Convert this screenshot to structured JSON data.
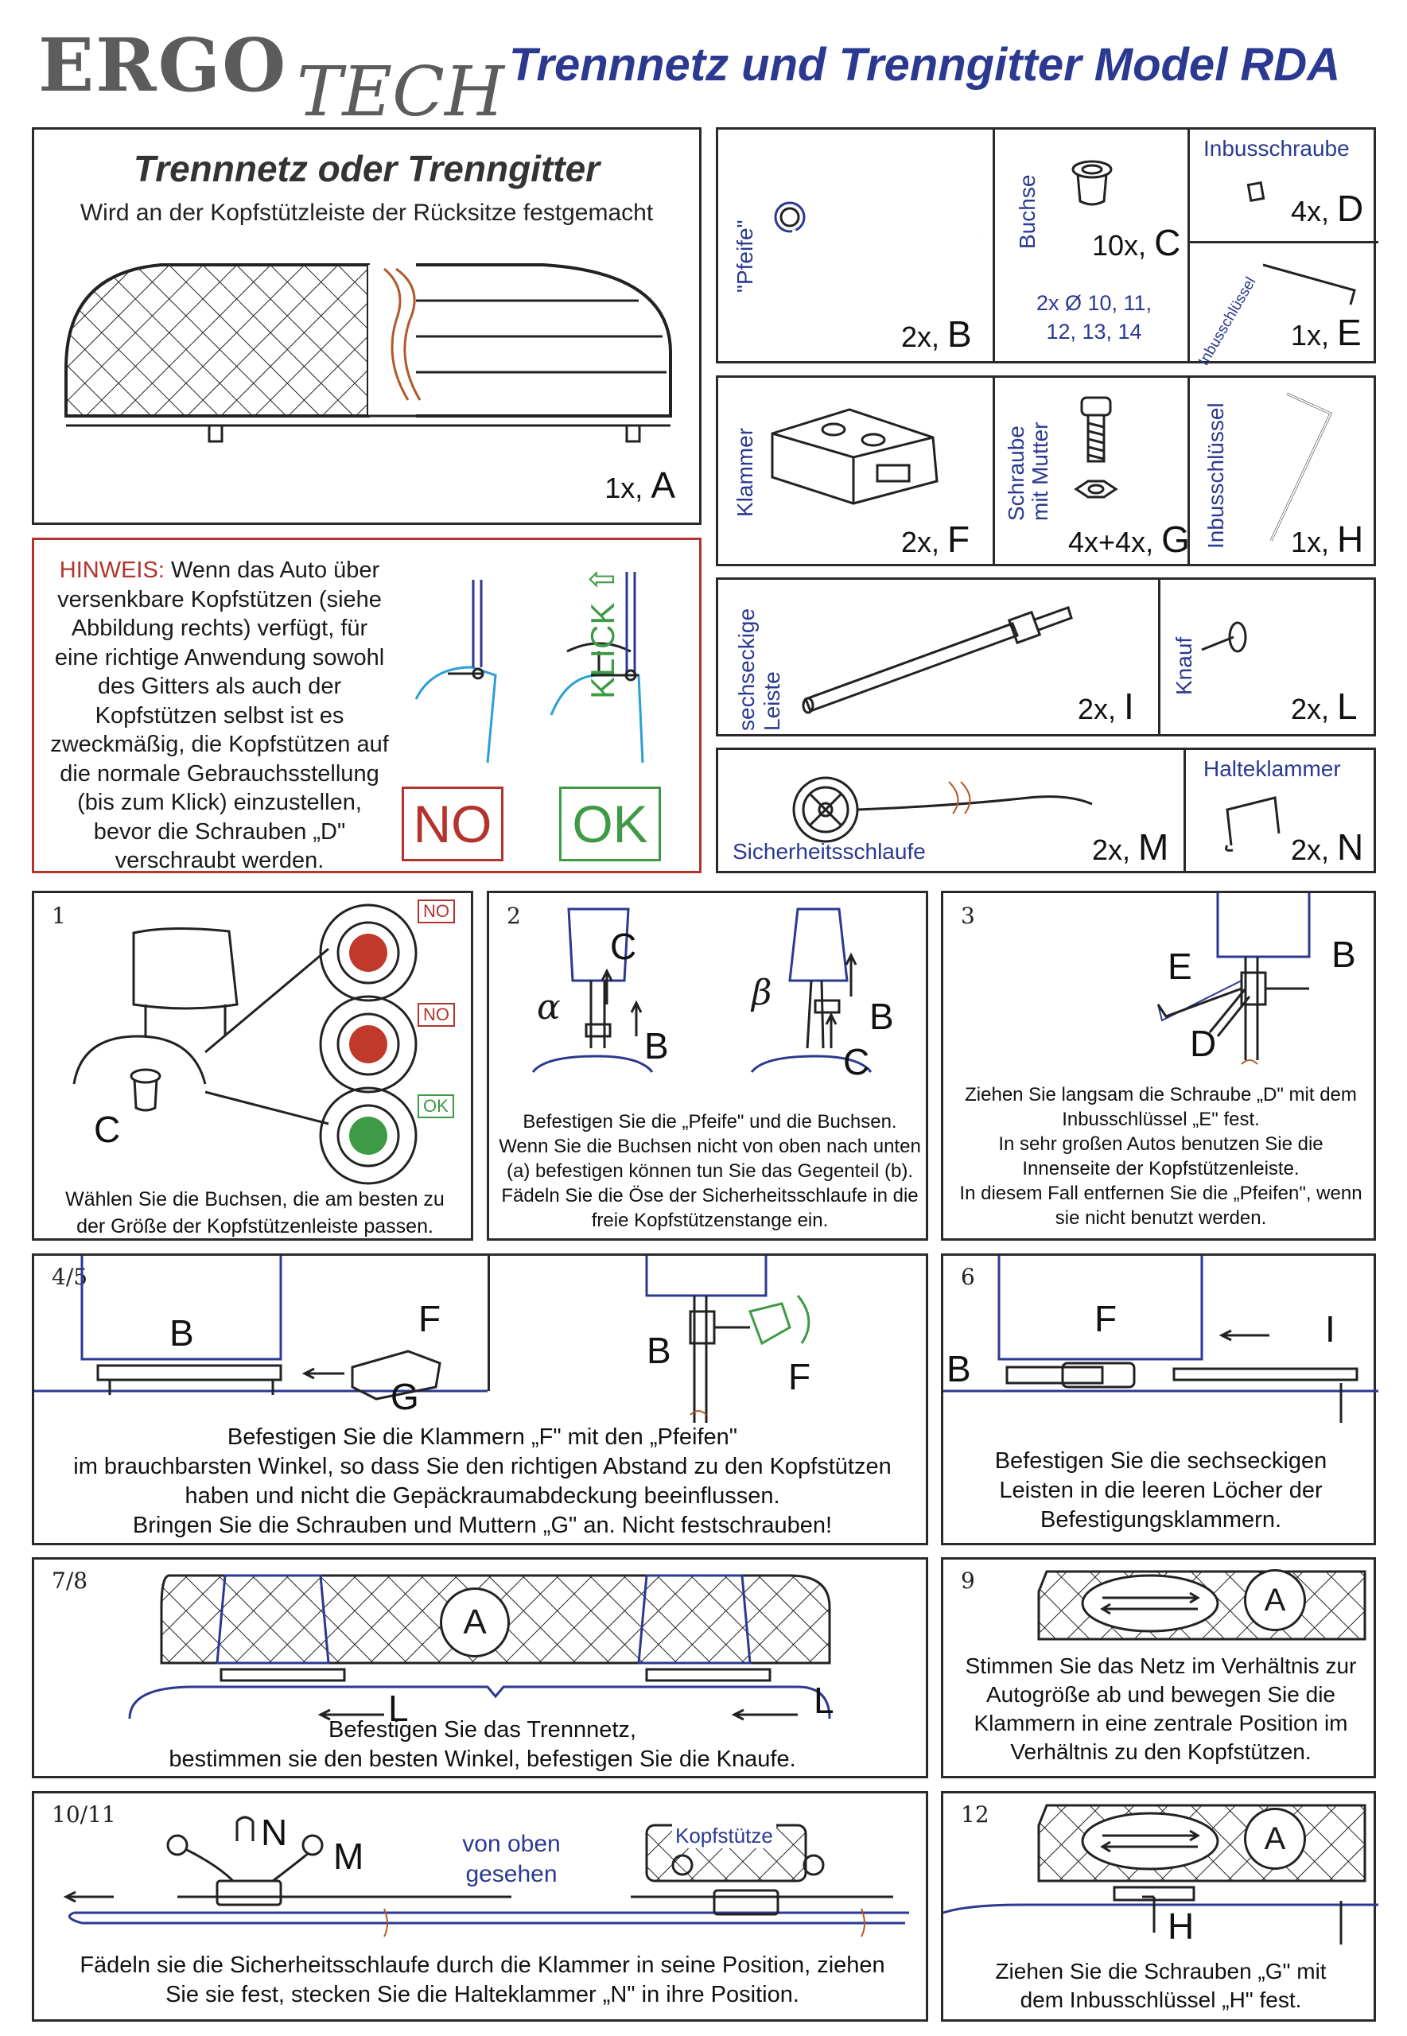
{
  "header": {
    "brand_top": "ERGO",
    "brand_bottom": "TECH",
    "title": "Trennnetz und Trenngitter Model RDA"
  },
  "part_a": {
    "heading": "Trennnetz oder Trenngitter",
    "subheading": "Wird an der Kopfstützleiste der Rücksitze festgemacht",
    "qty": "1x,",
    "letter": "A"
  },
  "parts": {
    "b": {
      "label": "\"Pfeife\"",
      "qty": "2x,",
      "letter": "B"
    },
    "c": {
      "label": "Buchse",
      "qty": "10x,",
      "letter": "C",
      "note_line1": "2x Ø 10, 11,",
      "note_line2": "12, 13, 14"
    },
    "d": {
      "label": "Inbusschraube",
      "qty": "4x,",
      "letter": "D"
    },
    "e": {
      "label": "Inbusschlüssel",
      "qty": "1x,",
      "letter": "E"
    },
    "f": {
      "label": "Klammer",
      "qty": "2x,",
      "letter": "F"
    },
    "g": {
      "label_line1": "Schraube",
      "label_line2": "mit Mutter",
      "qty": "4x+4x,",
      "letter": "G"
    },
    "h": {
      "label": "Inbusschlüssel",
      "qty": "1x,",
      "letter": "H"
    },
    "i": {
      "label_line1": "sechseckige",
      "label_line2": "Leiste",
      "qty": "2x,",
      "letter": "I"
    },
    "l": {
      "label": "Knauf",
      "qty": "2x,",
      "letter": "L"
    },
    "m": {
      "label": "Sicherheitsschlaufe",
      "qty": "2x,",
      "letter": "M"
    },
    "n": {
      "label": "Halteklammer",
      "qty": "2x,",
      "letter": "N"
    }
  },
  "hinweis": {
    "prefix": "HINWEIS:",
    "lines": [
      "Wenn das Auto über",
      "versenkbare Kopfstützen (siehe",
      "Abbildung rechts) verfügt, für",
      "eine richtige Anwendung sowohl",
      "des Gitters als auch der",
      "Kopfstützen selbst ist es",
      "zweckmäßig, die Kopfstützen auf",
      "die normale Gebrauchsstellung",
      "(bis zum Klick) einzustellen,",
      "bevor die Schrauben „D\"",
      "verschraubt werden."
    ],
    "klick": "KLICK",
    "no": "NO",
    "ok": "OK"
  },
  "steps": {
    "s1": {
      "num": "1",
      "badge_no1": "NO",
      "badge_no2": "NO",
      "badge_ok": "OK",
      "label_c": "C",
      "text": [
        "Wählen Sie die Buchsen, die am besten zu",
        "der Größe der Kopfstützenleiste passen."
      ]
    },
    "s2": {
      "num": "2",
      "alpha": "α",
      "beta": "β",
      "c1": "C",
      "b1": "B",
      "b2": "B",
      "c2": "C",
      "text": [
        "Befestigen Sie die „Pfeife\" und die Buchsen.",
        "Wenn Sie die Buchsen nicht von oben nach unten",
        "(a) befestigen können tun Sie das Gegenteil (b).",
        "Fädeln Sie die Öse der Sicherheitsschlaufe in die",
        "freie Kopfstützenstange ein."
      ]
    },
    "s3": {
      "num": "3",
      "e": "E",
      "b": "B",
      "d": "D",
      "text": [
        "Ziehen Sie langsam die Schraube „D\" mit dem",
        "Inbusschlüssel „E\" fest.",
        "In sehr großen Autos benutzen Sie die",
        "Innenseite der Kopfstützenleiste.",
        "In diesem Fall entfernen Sie die „Pfeifen\", wenn",
        "sie nicht benutzt werden."
      ]
    },
    "s45": {
      "num": "4/5",
      "b1": "B",
      "f1": "F",
      "g": "G",
      "b2": "B",
      "f2": "F",
      "text": [
        "Befestigen Sie die Klammern „F\" mit den „Pfeifen\"",
        "im brauchbarsten Winkel, so dass Sie den richtigen Abstand zu den Kopfstützen",
        "haben und nicht die Gepäckraumabdeckung beeinflussen.",
        "Bringen Sie die Schrauben und Muttern „G\" an. Nicht festschrauben!"
      ]
    },
    "s6": {
      "num": "6",
      "f": "F",
      "i": "I",
      "b": "B",
      "text": [
        "Befestigen Sie die sechseckigen",
        "Leisten in die leeren Löcher der",
        "Befestigungsklammern."
      ]
    },
    "s78": {
      "num": "7/8",
      "a": "A",
      "l1": "L",
      "l2": "L",
      "text": [
        "Befestigen Sie das Trennnetz,",
        "bestimmen sie den besten Winkel, befestigen Sie die Knaufe."
      ]
    },
    "s9": {
      "num": "9",
      "a": "A",
      "text": [
        "Stimmen Sie das Netz im Verhältnis zur",
        "Autogröße ab und bewegen Sie die",
        "Klammern in eine zentrale Position im",
        "Verhältnis zu den Kopfstützen."
      ]
    },
    "s1011": {
      "num": "10/11",
      "n": "N",
      "m": "M",
      "top_view_line1": "von oben",
      "top_view_line2": "gesehen",
      "kopfstuetze": "Kopfstütze",
      "text": [
        "Fädeln sie die Sicherheitsschlaufe durch die Klammer in seine Position, ziehen",
        "Sie sie fest, stecken Sie die Halteklammer „N\" in ihre Position."
      ]
    },
    "s12": {
      "num": "12",
      "a": "A",
      "h": "H",
      "text": [
        "Ziehen Sie die Schrauben „G\" mit",
        "dem Inbusschlüssel „H\" fest."
      ]
    }
  }
}
